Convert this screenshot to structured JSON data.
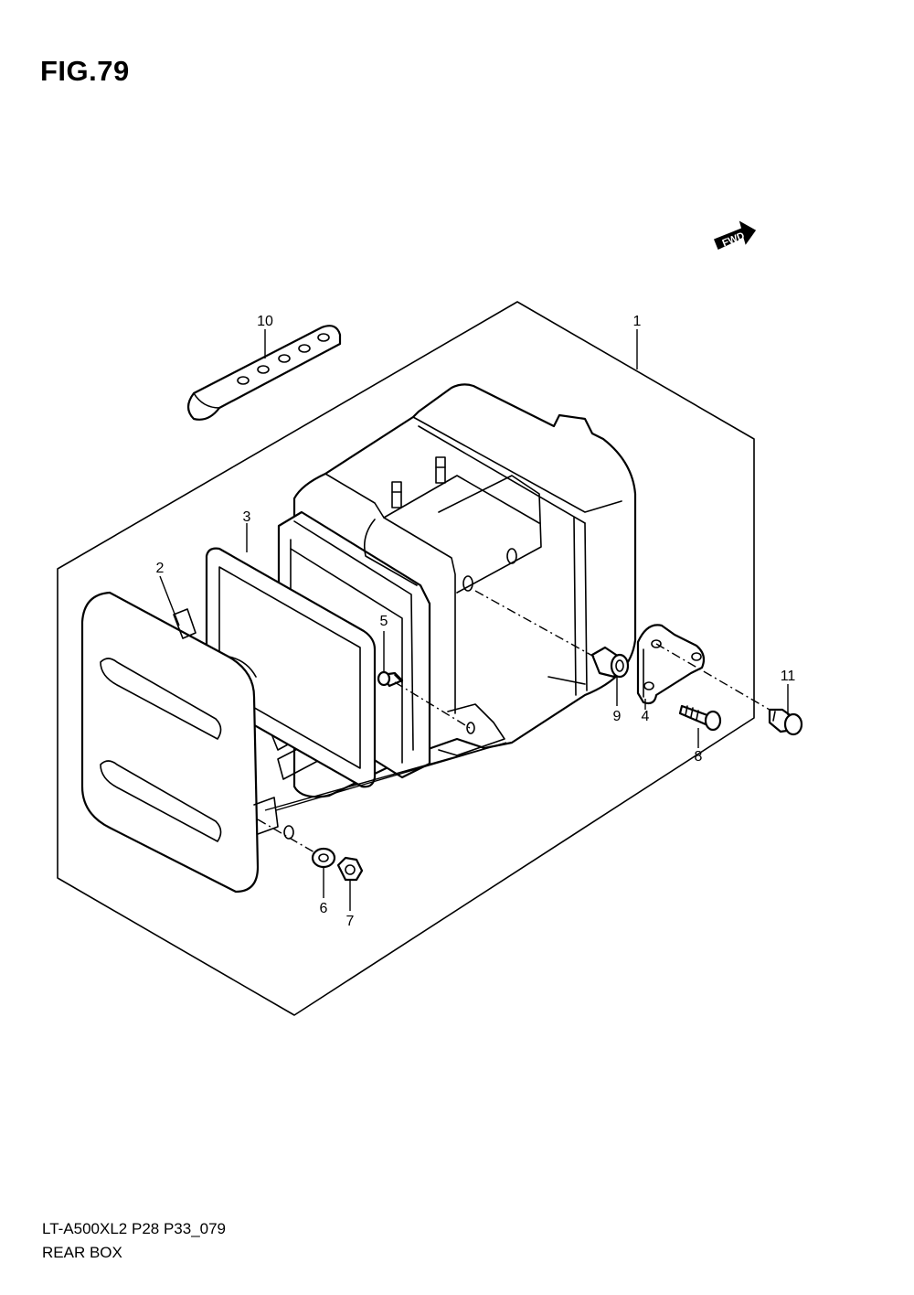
{
  "figure": {
    "title": "FIG.79",
    "direction_badge": "FWD",
    "model_code": "LT-A500XL2 P28 P33_079",
    "assembly_name": "REAR BOX"
  },
  "parts": [
    {
      "callout": "1"
    },
    {
      "callout": "2"
    },
    {
      "callout": "3"
    },
    {
      "callout": "4"
    },
    {
      "callout": "5"
    },
    {
      "callout": "6"
    },
    {
      "callout": "7"
    },
    {
      "callout": "8"
    },
    {
      "callout": "9"
    },
    {
      "callout": "10"
    },
    {
      "callout": "11"
    }
  ]
}
